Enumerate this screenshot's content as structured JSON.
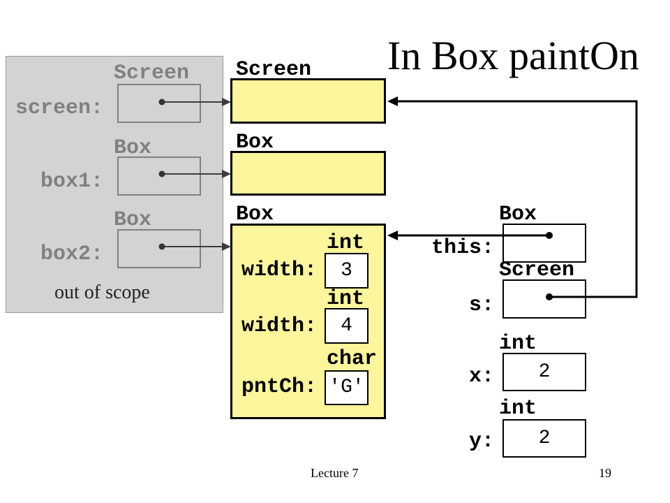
{
  "slide": {
    "title": "In Box paintOn",
    "footer_left": "Lecture 7",
    "page_number": "19"
  },
  "out_of_scope": {
    "caption": "out of scope",
    "vars": [
      {
        "type": "Screen",
        "name": "screen:",
        "points_to": 0
      },
      {
        "type": "Box",
        "name": "box1:",
        "points_to": 1
      },
      {
        "type": "Box",
        "name": "box2:",
        "points_to": 2
      }
    ]
  },
  "heap": {
    "objects": [
      {
        "type": "Screen"
      },
      {
        "type": "Box"
      },
      {
        "type": "Box",
        "fields": [
          {
            "type": "int",
            "name": "width:",
            "value": "3"
          },
          {
            "type": "int",
            "name": "width:",
            "value": "4"
          },
          {
            "type": "char",
            "name": "pntCh:",
            "value": "'G'"
          }
        ]
      }
    ]
  },
  "frame": {
    "vars": [
      {
        "type": "Box",
        "name": "this:",
        "points_to": 2
      },
      {
        "type": "Screen",
        "name": "s:",
        "points_to": 0
      },
      {
        "type": "int",
        "name": "x:",
        "value": "2"
      },
      {
        "type": "int",
        "name": "y:",
        "value": "2"
      }
    ]
  },
  "colors": {
    "object_fill": "#fbf59b",
    "value_fill": "#ffffff",
    "out_of_scope_fill": "#d3d3d3",
    "out_of_scope_text": "#808080",
    "text": "#000000"
  }
}
